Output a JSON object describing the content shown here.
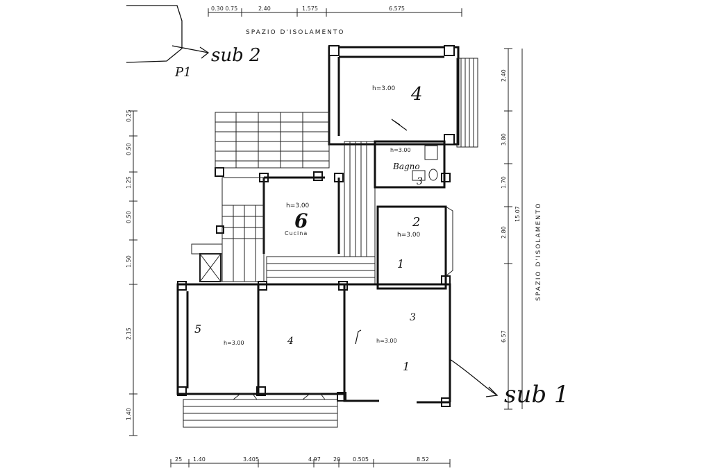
{
  "annotations": {
    "top_label": "SPAZIO D'ISOLAMENTO",
    "side_label": "SPAZIO D'ISOLAMENTO",
    "sub2": "sub 2",
    "p1": "P1",
    "sub1": "sub 1"
  },
  "rooms": {
    "r4": {
      "num": "4",
      "height": "h=3.00"
    },
    "bagno": {
      "name": "Bagno",
      "height": "h=3.00",
      "num": "3"
    },
    "kitchen": {
      "num": "6",
      "height": "h=3.00",
      "name": "Cucina"
    },
    "r2": {
      "num": "2",
      "height": "h=3.00",
      "sub": "1"
    },
    "r5": {
      "num": "5",
      "height": "h=3.00",
      "sub": "4"
    },
    "r3": {
      "num": "3",
      "height": "h=3.00",
      "sub": "1"
    }
  },
  "dimensions": {
    "top": [
      "0.30 0.75",
      "2.40",
      "1.575",
      "6.575"
    ],
    "bottom": [
      "25",
      "1.40",
      "3.405",
      "4.97",
      "20",
      "0.505",
      "8.52"
    ],
    "left": [
      "0.25",
      "0.50",
      "1.25",
      "0.50",
      "1.50",
      "2.15",
      "1.40"
    ],
    "right": [
      "2.40",
      "3.80",
      "1.70",
      "2.80",
      "15.07",
      "6.57"
    ]
  }
}
